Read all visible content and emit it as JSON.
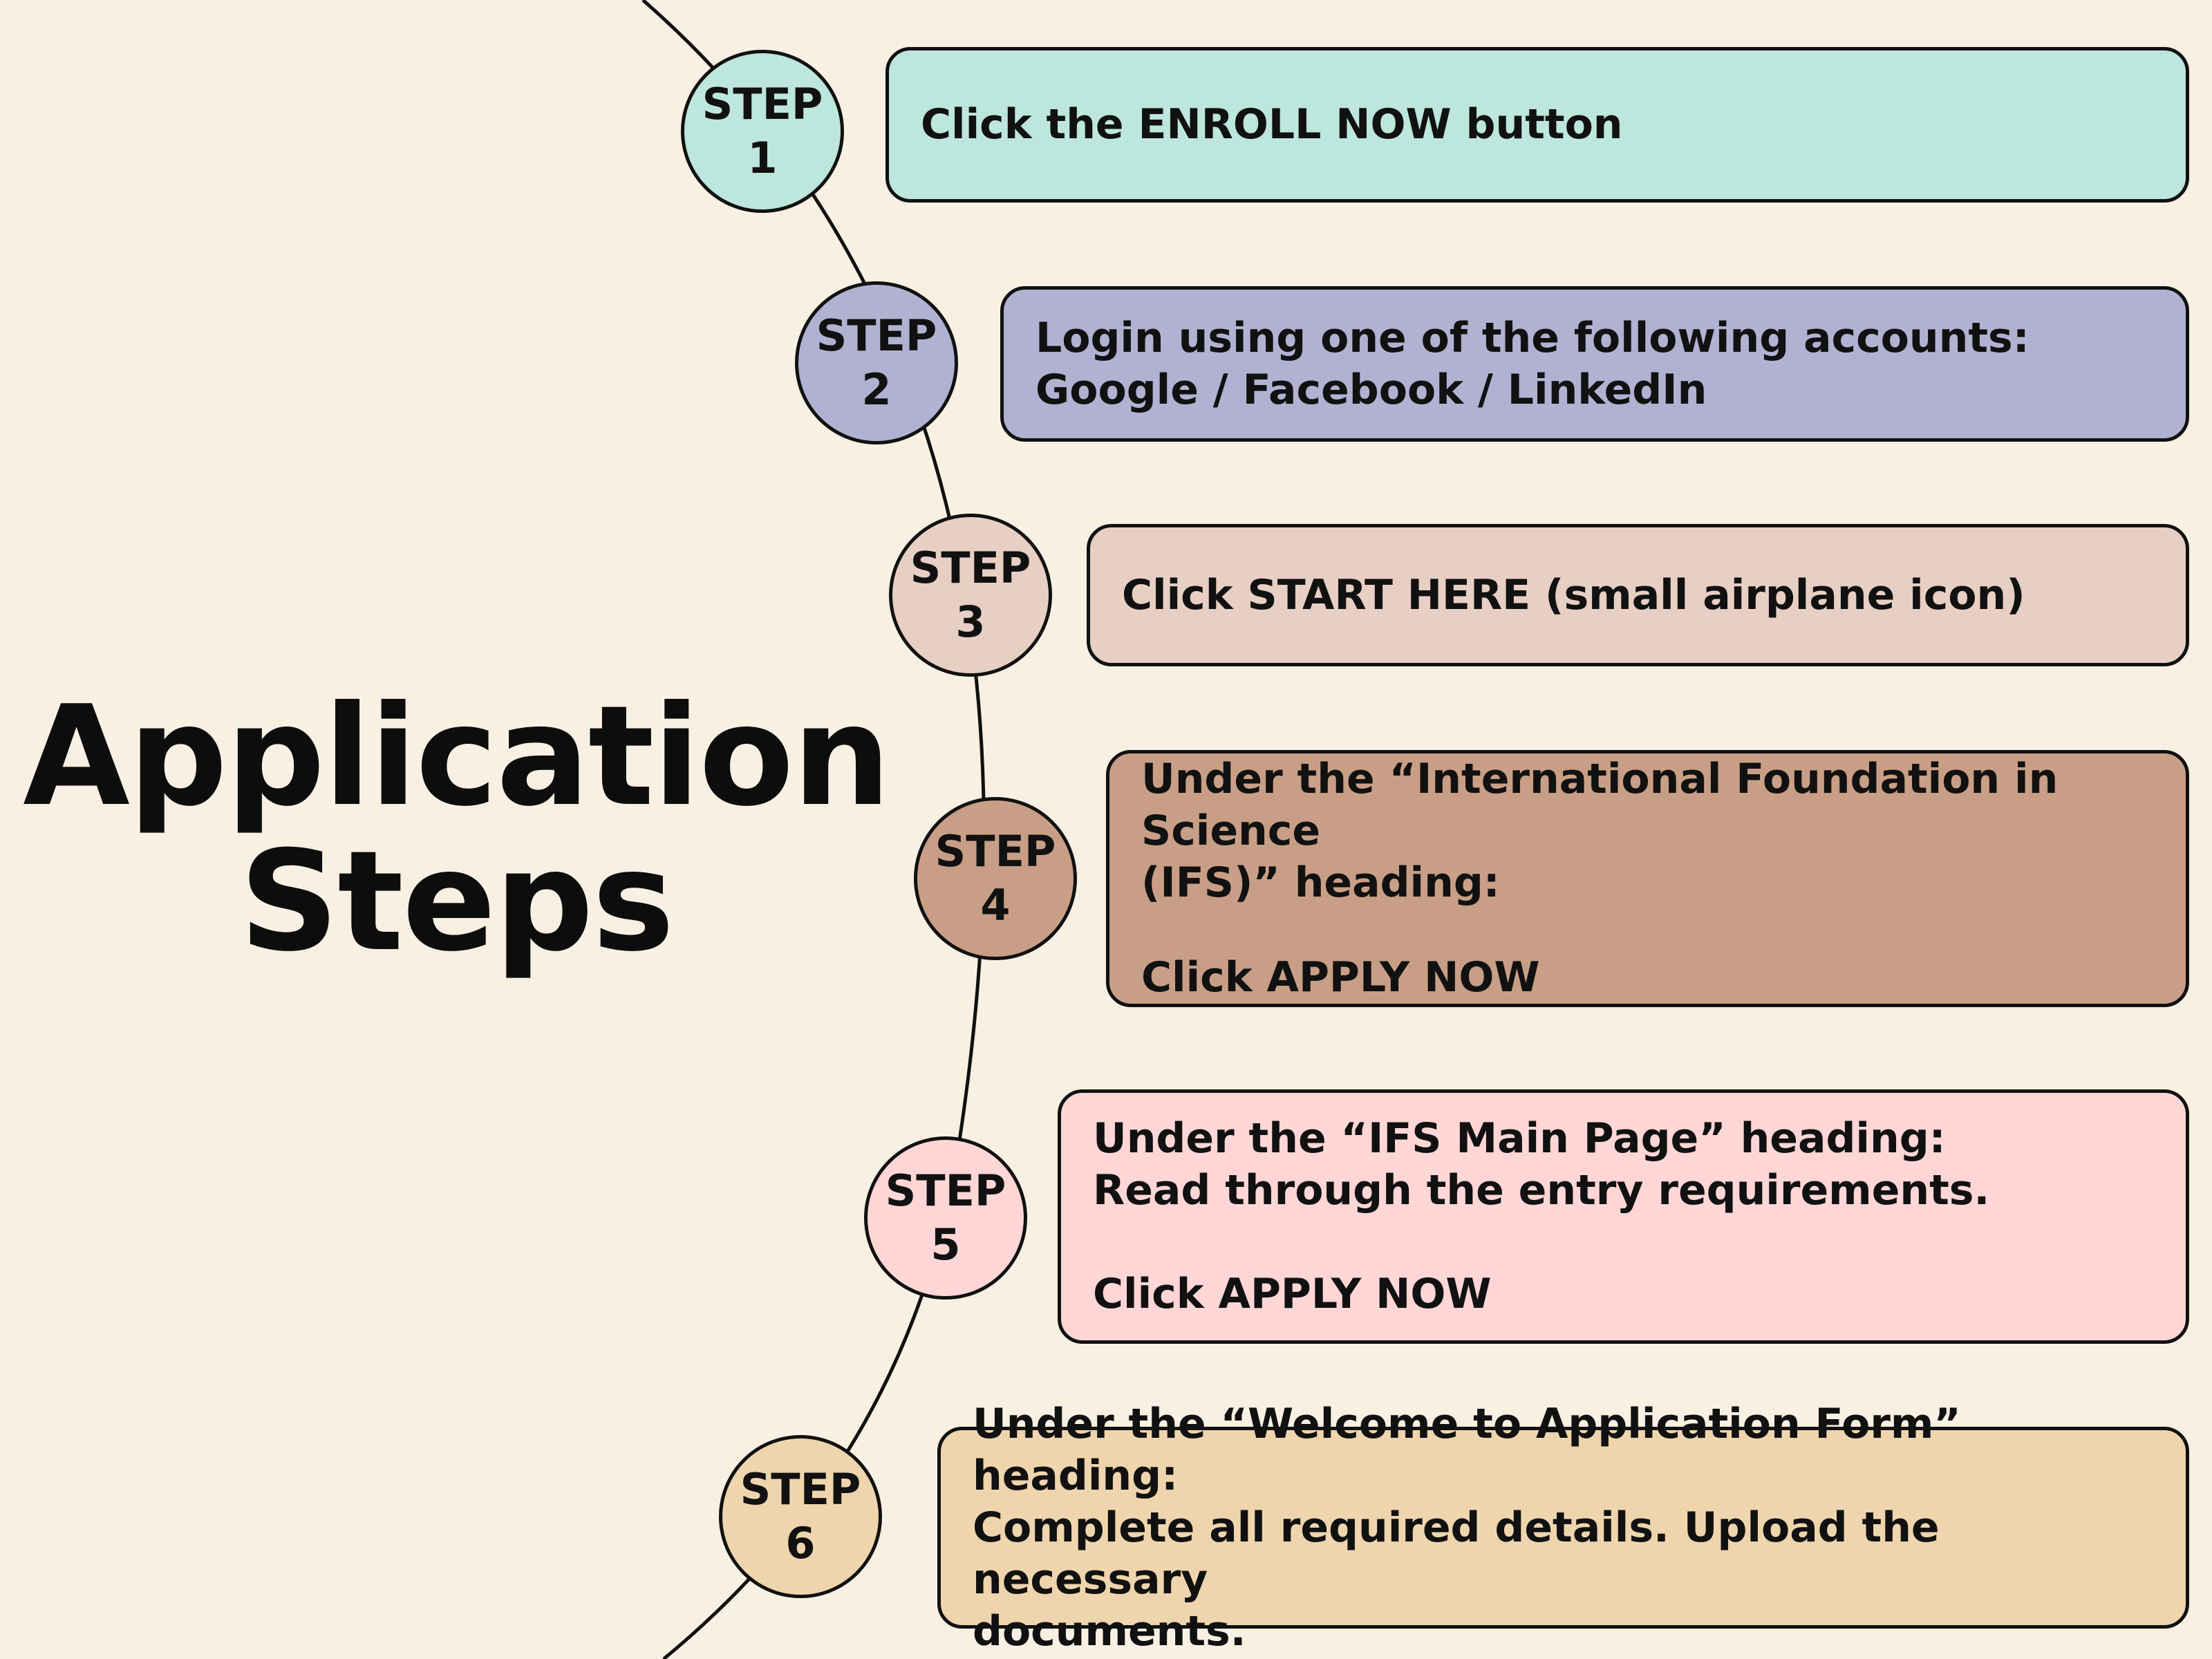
{
  "title": {
    "line1": "Application",
    "line2": "Steps"
  },
  "steps": [
    {
      "label": "STEP",
      "num": "1",
      "color": "#bde6dc",
      "lines": [
        "Click the ENROLL NOW button"
      ]
    },
    {
      "label": "STEP",
      "num": "2",
      "color": "#b1b2d2",
      "lines": [
        "Login using one of the following accounts:",
        "Google / Facebook / LinkedIn"
      ]
    },
    {
      "label": "STEP",
      "num": "3",
      "color": "#e7cfc4",
      "lines": [
        "Click START HERE (small airplane icon)"
      ]
    },
    {
      "label": "STEP",
      "num": "4",
      "color": "#c89f86",
      "lines": [
        "Under the “International Foundation in Science",
        "(IFS)” heading:",
        "",
        "Click APPLY NOW"
      ]
    },
    {
      "label": "STEP",
      "num": "5",
      "color": "#ffd6d6",
      "lines": [
        "Under the “IFS Main Page” heading:",
        "Read through the entry requirements.",
        "",
        "Click APPLY NOW"
      ]
    },
    {
      "label": "STEP",
      "num": "6",
      "color": "#efd5ad",
      "lines": [
        "Under the “Welcome to Application Form” heading:",
        "Complete all required details. Upload the necessary",
        "documents."
      ]
    }
  ],
  "colors": {
    "background": "#f8f1e3",
    "stroke": "#111111"
  }
}
